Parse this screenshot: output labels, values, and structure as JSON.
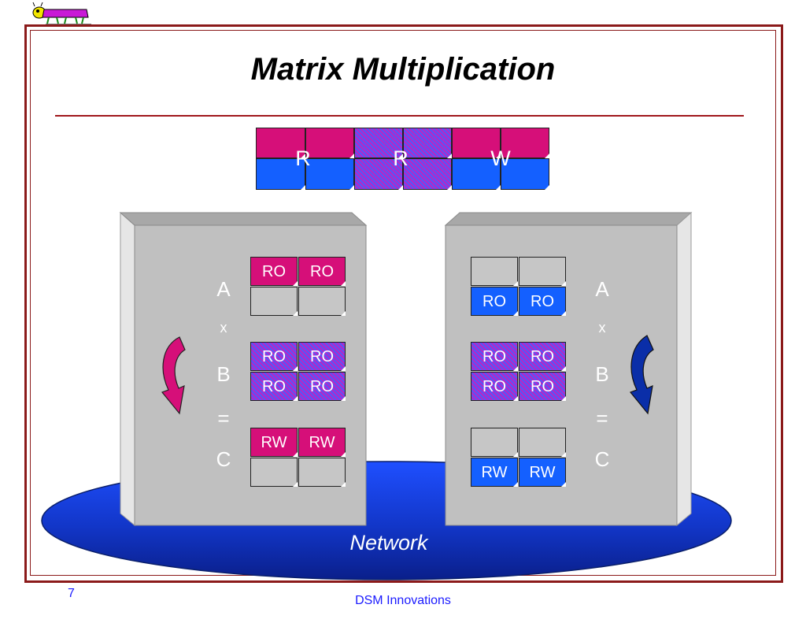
{
  "slide": {
    "title": "Matrix Multiplication",
    "page_number": "7",
    "footer": "DSM Innovations",
    "network_label": "Network"
  },
  "top_row": {
    "labels": [
      "R",
      "R",
      "W"
    ]
  },
  "left_node": {
    "labels": {
      "a": "A",
      "times": "x",
      "b": "B",
      "equals": "=",
      "c": "C"
    },
    "cells": {
      "a_top": [
        "RO",
        "RO"
      ],
      "b_top": [
        "RO",
        "RO"
      ],
      "b_bottom": [
        "RO",
        "RO"
      ],
      "c_top": [
        "RW",
        "RW"
      ]
    }
  },
  "right_node": {
    "labels": {
      "a": "A",
      "times": "x",
      "b": "B",
      "equals": "=",
      "c": "C"
    },
    "cells": {
      "a_bottom": [
        "RO",
        "RO"
      ],
      "b_top": [
        "RO",
        "RO"
      ],
      "b_bottom": [
        "RO",
        "RO"
      ],
      "c_bottom": [
        "RW",
        "RW"
      ]
    }
  },
  "colors": {
    "frame": "#8b1a1a",
    "rule": "#a0171b",
    "pink": "#d60f79",
    "blue": "#1460ff",
    "hatch_purple": "#b02ac8",
    "network_dark": "#0a1f8a",
    "footer_text": "#1a1aff"
  }
}
